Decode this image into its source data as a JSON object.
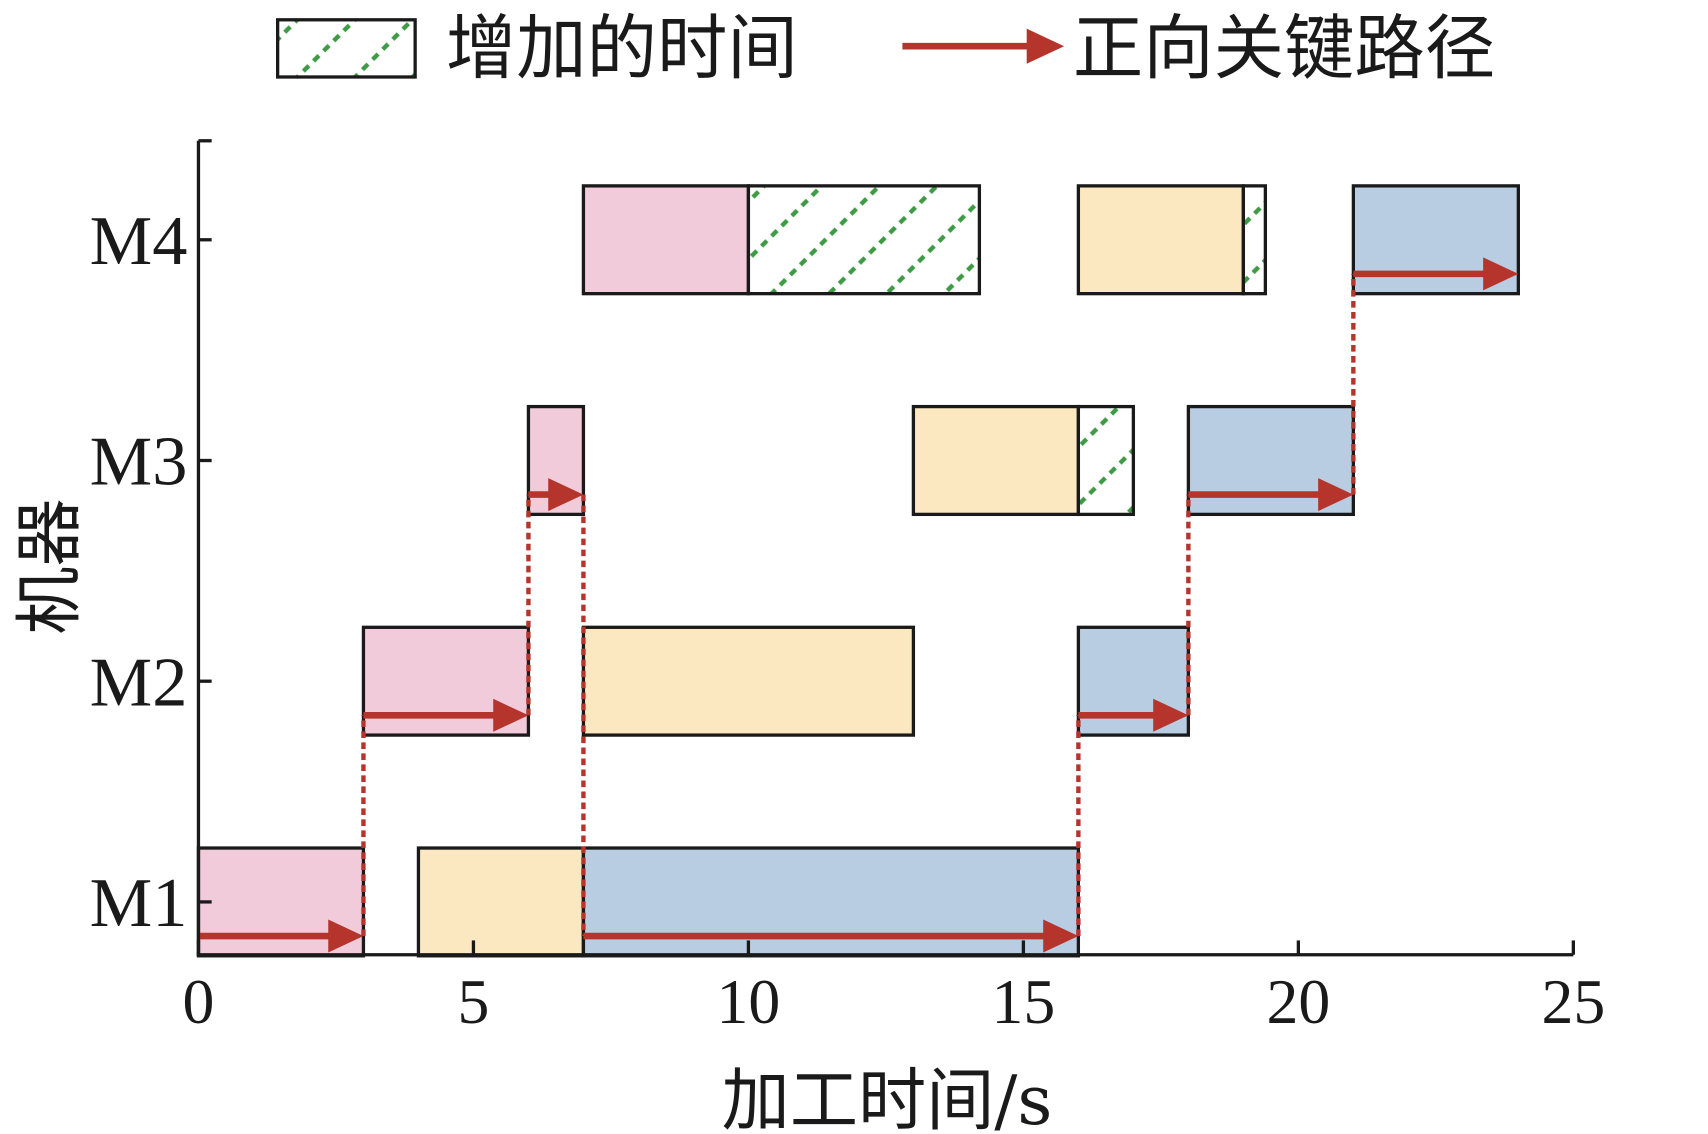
{
  "chart_data": {
    "type": "bar",
    "orientation": "horizontal",
    "title": "",
    "xlabel": "加工时间/s",
    "ylabel": "机器",
    "xlim": [
      0,
      25
    ],
    "xticks": [
      0,
      5,
      10,
      15,
      20,
      25
    ],
    "categories": [
      "M1",
      "M2",
      "M3",
      "M4"
    ],
    "grid": false,
    "legend_position": "top",
    "legend": [
      {
        "label": "增加的时间",
        "symbol": "hatch"
      },
      {
        "label": "正向关键路径",
        "symbol": "arrow"
      }
    ],
    "bars": [
      {
        "machine": "M1",
        "start": 0,
        "end": 3,
        "fill": "#F2CBDB"
      },
      {
        "machine": "M1",
        "start": 4,
        "end": 7,
        "fill": "#FBE8C0"
      },
      {
        "machine": "M1",
        "start": 7,
        "end": 16,
        "fill": "#B8CDE1"
      },
      {
        "machine": "M2",
        "start": 3,
        "end": 6,
        "fill": "#F2CBDB"
      },
      {
        "machine": "M2",
        "start": 7,
        "end": 13,
        "fill": "#FBE8C0"
      },
      {
        "machine": "M2",
        "start": 16,
        "end": 18,
        "fill": "#B8CDE1"
      },
      {
        "machine": "M3",
        "start": 6,
        "end": 7,
        "fill": "#F2CBDB"
      },
      {
        "machine": "M3",
        "start": 13,
        "end": 16,
        "fill": "#FBE8C0"
      },
      {
        "machine": "M3",
        "start": 16,
        "end": 17,
        "hatch": true
      },
      {
        "machine": "M3",
        "start": 18,
        "end": 21,
        "fill": "#B8CDE1"
      },
      {
        "machine": "M4",
        "start": 7,
        "end": 10,
        "fill": "#F2CBDB"
      },
      {
        "machine": "M4",
        "start": 10,
        "end": 14.2,
        "hatch": true
      },
      {
        "machine": "M4",
        "start": 16,
        "end": 19,
        "fill": "#FBE8C0"
      },
      {
        "machine": "M4",
        "start": 19,
        "end": 19.4,
        "hatch": true
      },
      {
        "machine": "M4",
        "start": 21,
        "end": 24,
        "fill": "#B8CDE1"
      }
    ],
    "critical_path": [
      {
        "machine": "M1",
        "start": 0,
        "end": 3
      },
      {
        "machine": "M2",
        "start": 3,
        "end": 6
      },
      {
        "machine": "M3",
        "start": 6,
        "end": 7
      },
      {
        "machine": "M1",
        "start": 7,
        "end": 16
      },
      {
        "machine": "M2",
        "start": 16,
        "end": 18
      },
      {
        "machine": "M3",
        "start": 18,
        "end": 21
      },
      {
        "machine": "M4",
        "start": 21,
        "end": 24
      }
    ],
    "colors": {
      "arrow": "#B5352D",
      "hatch": "#3F9A45",
      "outline": "#1A1A1A",
      "hatch_background": "#FFFFFF"
    }
  }
}
